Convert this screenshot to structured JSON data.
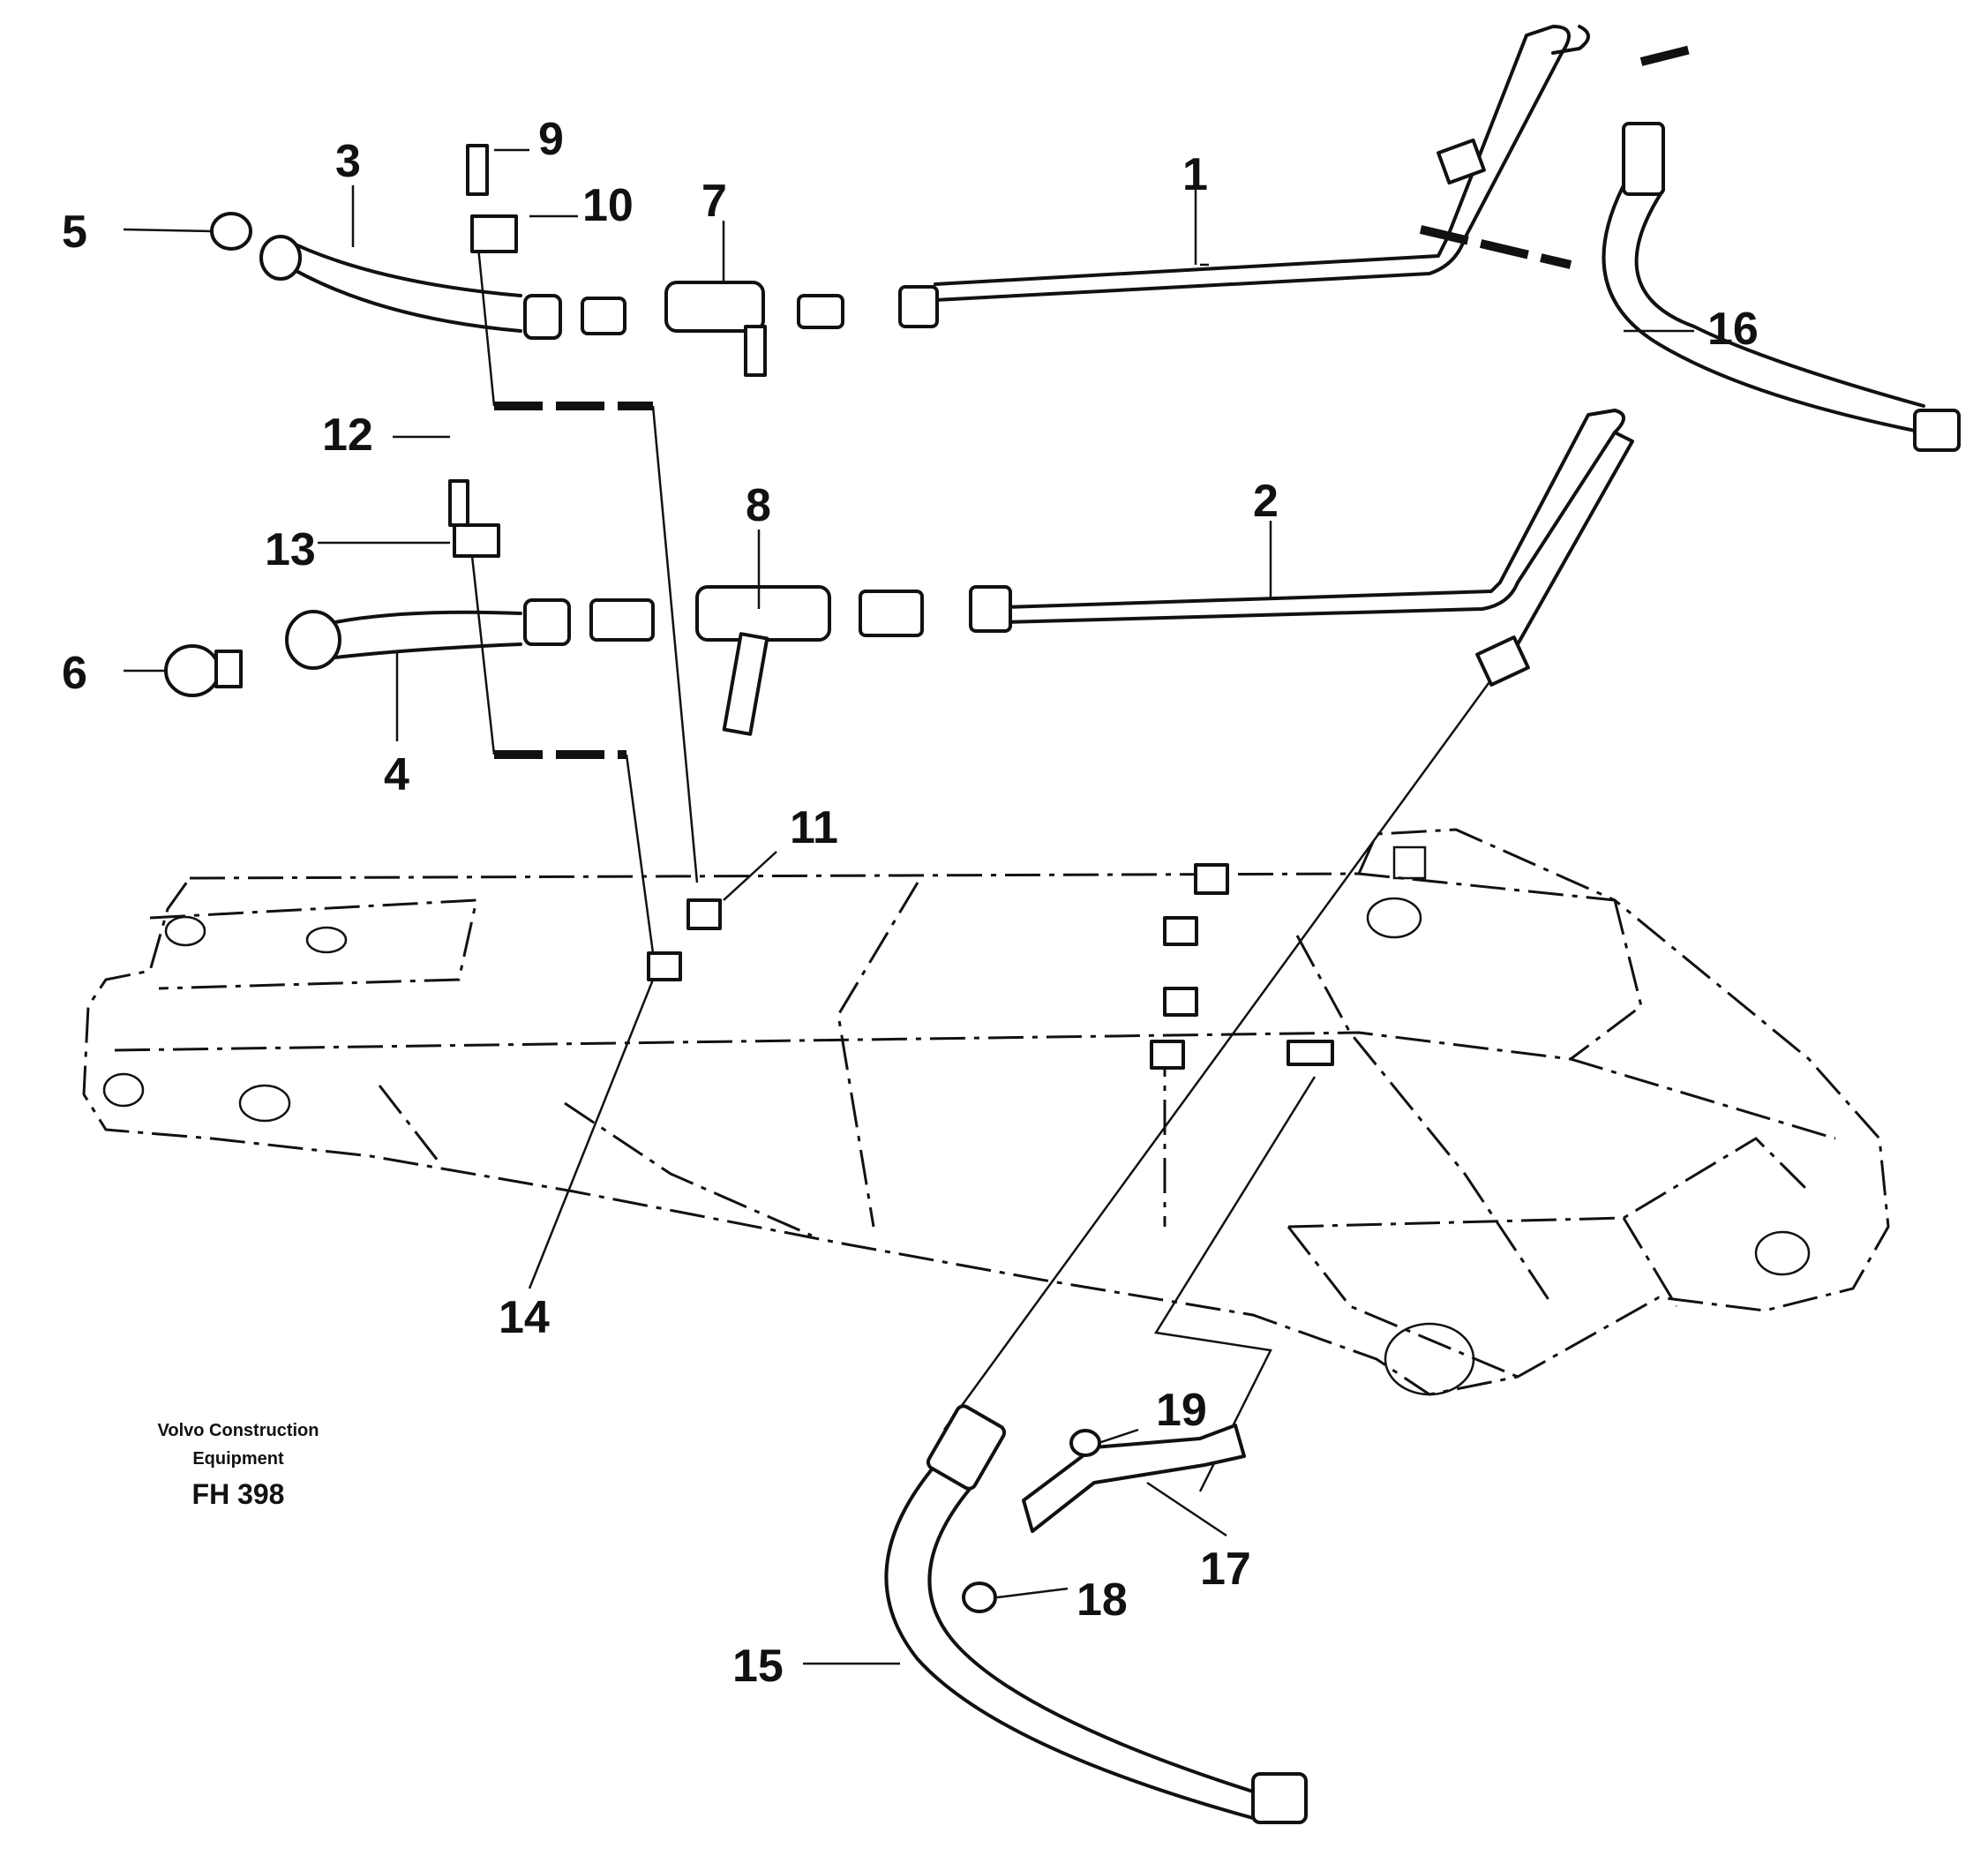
{
  "callouts": [
    "1",
    "2",
    "3",
    "4",
    "5",
    "6",
    "7",
    "8",
    "9",
    "10",
    "11",
    "12",
    "13",
    "14",
    "15",
    "16",
    "17",
    "18",
    "19"
  ],
  "caption": {
    "line1": "Volvo Construction",
    "line2": "Equipment",
    "code": "FH 398"
  }
}
